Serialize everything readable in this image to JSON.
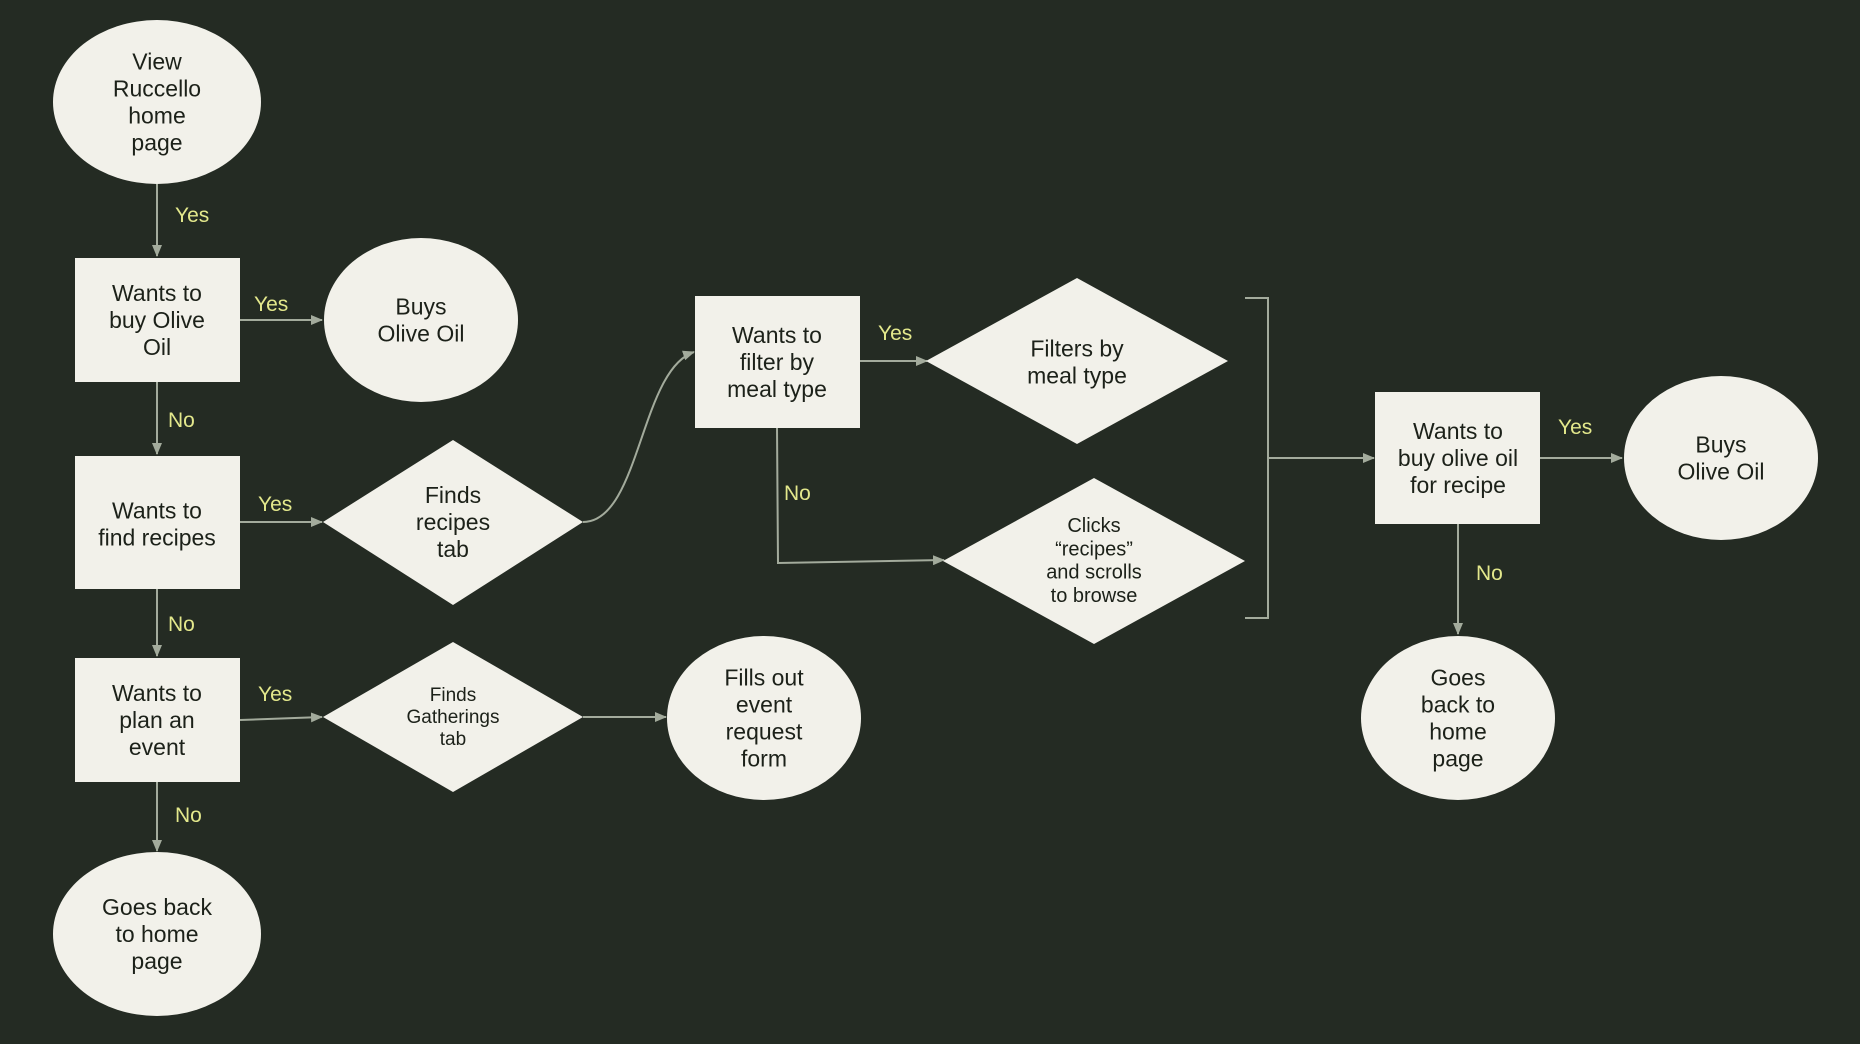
{
  "colors": {
    "background": "#242b23",
    "node_fill": "#f2f1ea",
    "node_text": "#1c2119",
    "edge": "#a3ab9c",
    "label": "#e3e88c"
  },
  "nodes": {
    "view_home": {
      "lines": [
        "View",
        "Ruccello",
        "home",
        "page"
      ]
    },
    "wants_buy_oil": {
      "lines": [
        "Wants to",
        "buy Olive",
        "Oil"
      ]
    },
    "buys_oil_1": {
      "lines": [
        "Buys",
        "Olive Oil"
      ]
    },
    "wants_find_recipes": {
      "lines": [
        "Wants to",
        "find recipes"
      ]
    },
    "finds_recipes_tab": {
      "lines": [
        "Finds",
        "recipes",
        "tab"
      ]
    },
    "wants_plan_event": {
      "lines": [
        "Wants to",
        "plan an",
        "event"
      ]
    },
    "finds_gatherings_tab": {
      "lines": [
        "Finds",
        "Gatherings",
        "tab"
      ]
    },
    "fills_event_form": {
      "lines": [
        "Fills out",
        "event",
        "request",
        "form"
      ]
    },
    "goes_back_1": {
      "lines": [
        "Goes back",
        "to home",
        "page"
      ]
    },
    "wants_filter_meal": {
      "lines": [
        "Wants to",
        "filter by",
        "meal type"
      ]
    },
    "filters_meal": {
      "lines": [
        "Filters by",
        "meal type"
      ]
    },
    "clicks_recipes": {
      "lines": [
        "Clicks",
        "“recipes”",
        "and scrolls",
        "to browse"
      ]
    },
    "wants_buy_oil_recipe": {
      "lines": [
        "Wants to",
        "buy olive oil",
        "for recipe"
      ]
    },
    "buys_oil_2": {
      "lines": [
        "Buys",
        "Olive Oil"
      ]
    },
    "goes_back_2": {
      "lines": [
        "Goes",
        "back to",
        "home",
        "page"
      ]
    }
  },
  "edge_labels": {
    "yes_view_home": "Yes",
    "yes_buy_oil": "Yes",
    "no_buy_oil": "No",
    "yes_find_recipes": "Yes",
    "no_find_recipes": "No",
    "yes_plan_event": "Yes",
    "no_plan_event": "No",
    "yes_filter_meal": "Yes",
    "no_filter_meal": "No",
    "yes_buy_recipe": "Yes",
    "no_buy_recipe": "No"
  }
}
